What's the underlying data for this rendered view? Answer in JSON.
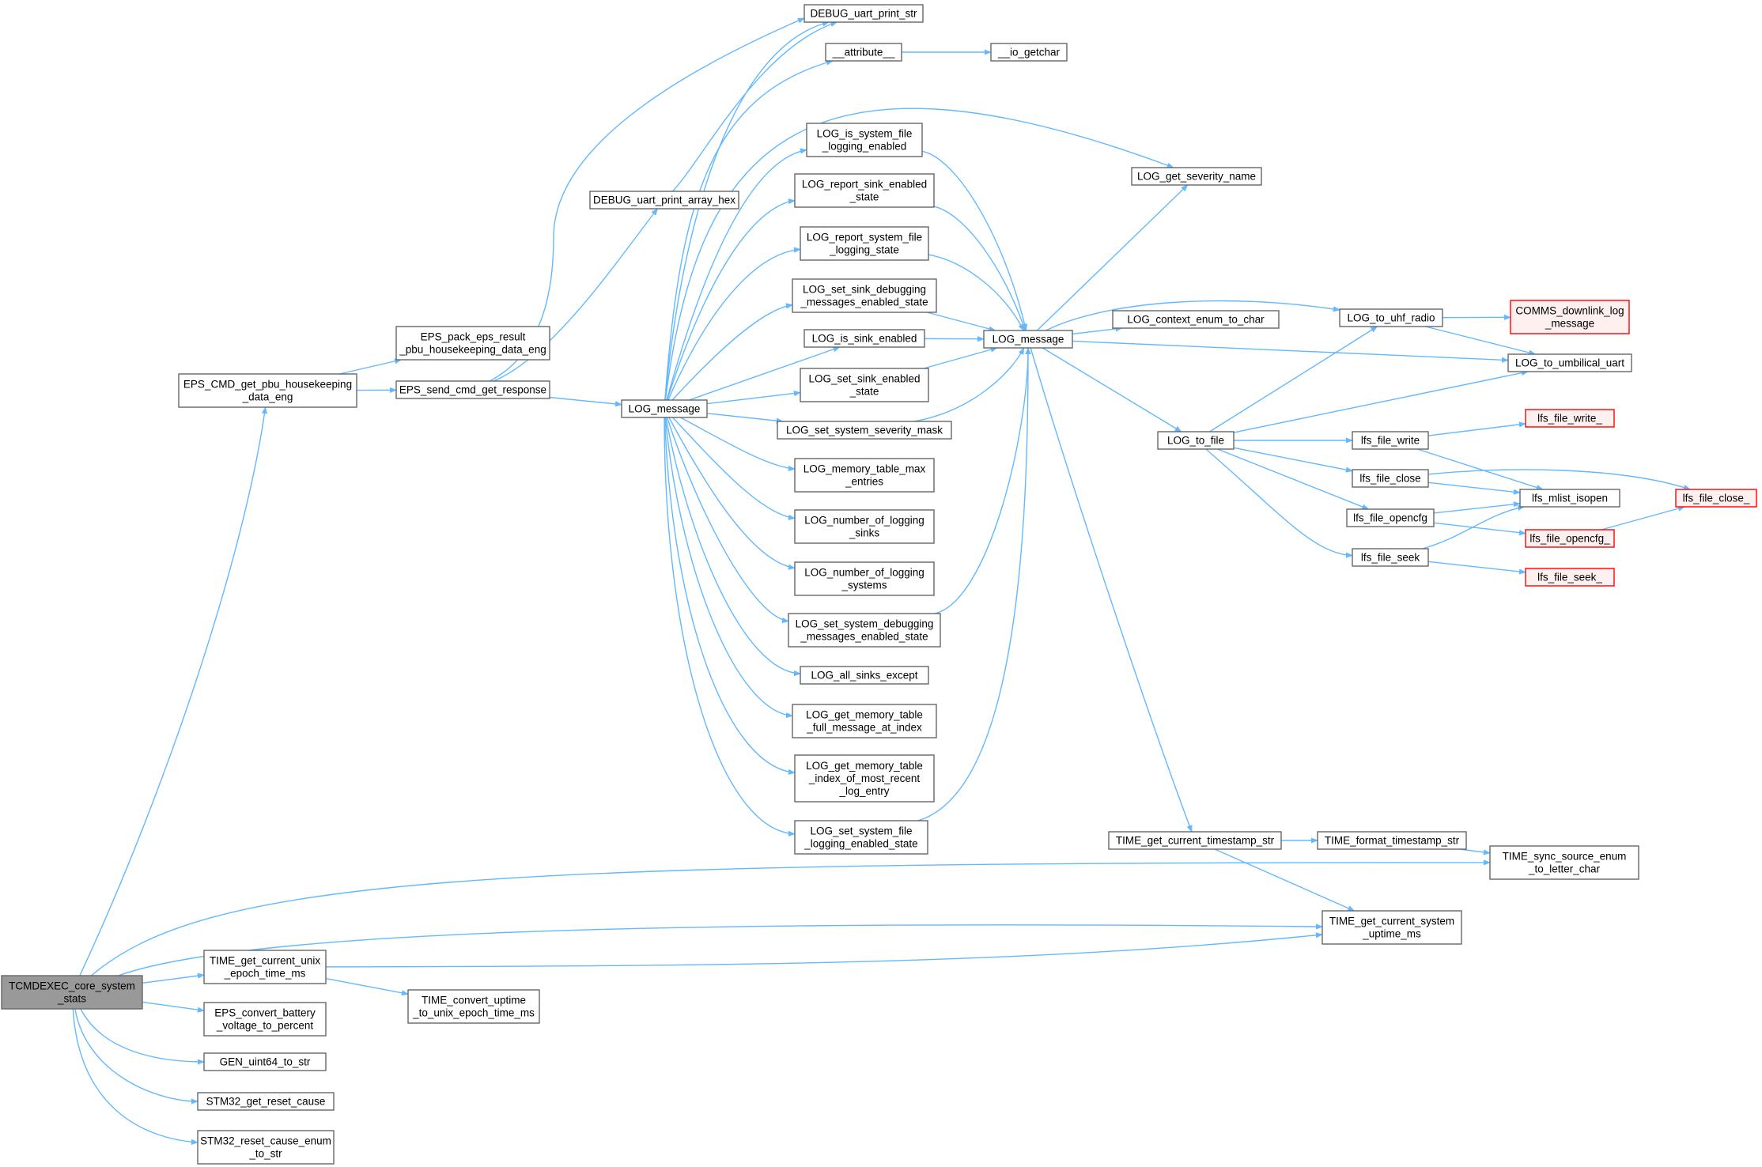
{
  "colors": {
    "edge": "#63b8ff",
    "node_border": "#666666",
    "node_fill": "#ffffff",
    "root_fill": "#999999",
    "root_border": "#666666",
    "truncated_border": "#ff0000",
    "truncated_fill": "#fff0f0",
    "text": "#000000"
  },
  "nodes": [
    {
      "id": "root",
      "lines": [
        "TCMDEXEC_core_system",
        "_stats"
      ],
      "kind": "root"
    },
    {
      "id": "eps_cmd",
      "lines": [
        "EPS_CMD_get_pbu_housekeeping",
        "_data_eng"
      ],
      "kind": "normal"
    },
    {
      "id": "eps_pack",
      "lines": [
        "EPS_pack_eps_result",
        "_pbu_housekeeping_data_eng"
      ],
      "kind": "normal"
    },
    {
      "id": "eps_send",
      "lines": [
        "EPS_send_cmd_get_response"
      ],
      "kind": "normal"
    },
    {
      "id": "debug_arr",
      "lines": [
        "DEBUG_uart_print_array_hex"
      ],
      "kind": "normal"
    },
    {
      "id": "debug_str",
      "lines": [
        "DEBUG_uart_print_str"
      ],
      "kind": "normal"
    },
    {
      "id": "attr",
      "lines": [
        "__attribute__"
      ],
      "kind": "normal"
    },
    {
      "id": "getchar",
      "lines": [
        "__io_getchar"
      ],
      "kind": "normal"
    },
    {
      "id": "log_msg1",
      "lines": [
        "LOG_message"
      ],
      "kind": "normal"
    },
    {
      "id": "log_is_sys_file",
      "lines": [
        "LOG_is_system_file",
        "_logging_enabled"
      ],
      "kind": "normal"
    },
    {
      "id": "log_rep_sink",
      "lines": [
        "LOG_report_sink_enabled",
        "_state"
      ],
      "kind": "normal"
    },
    {
      "id": "log_rep_sys_file",
      "lines": [
        "LOG_report_system_file",
        "_logging_state"
      ],
      "kind": "normal"
    },
    {
      "id": "log_set_sink_dbg",
      "lines": [
        "LOG_set_sink_debugging",
        "_messages_enabled_state"
      ],
      "kind": "normal"
    },
    {
      "id": "log_is_sink",
      "lines": [
        "LOG_is_sink_enabled"
      ],
      "kind": "normal"
    },
    {
      "id": "log_set_sink_en",
      "lines": [
        "LOG_set_sink_enabled",
        "_state"
      ],
      "kind": "normal"
    },
    {
      "id": "log_set_sev",
      "lines": [
        "LOG_set_system_severity_mask"
      ],
      "kind": "normal"
    },
    {
      "id": "log_mem_max",
      "lines": [
        "LOG_memory_table_max",
        "_entries"
      ],
      "kind": "normal"
    },
    {
      "id": "log_num_sinks",
      "lines": [
        "LOG_number_of_logging",
        "_sinks"
      ],
      "kind": "normal"
    },
    {
      "id": "log_num_sys",
      "lines": [
        "LOG_number_of_logging",
        "_systems"
      ],
      "kind": "normal"
    },
    {
      "id": "log_set_sys_dbg",
      "lines": [
        "LOG_set_system_debugging",
        "_messages_enabled_state"
      ],
      "kind": "normal"
    },
    {
      "id": "log_all_except",
      "lines": [
        "LOG_all_sinks_except"
      ],
      "kind": "normal"
    },
    {
      "id": "log_get_full",
      "lines": [
        "LOG_get_memory_table",
        "_full_message_at_index"
      ],
      "kind": "normal"
    },
    {
      "id": "log_get_idx",
      "lines": [
        "LOG_get_memory_table",
        "_index_of_most_recent",
        "_log_entry"
      ],
      "kind": "normal"
    },
    {
      "id": "log_set_sys_file",
      "lines": [
        "LOG_set_system_file",
        "_logging_enabled_state"
      ],
      "kind": "normal"
    },
    {
      "id": "log_msg2",
      "lines": [
        "LOG_message"
      ],
      "kind": "normal"
    },
    {
      "id": "log_sev_name",
      "lines": [
        "LOG_get_severity_name"
      ],
      "kind": "normal"
    },
    {
      "id": "log_ctx",
      "lines": [
        "LOG_context_enum_to_char"
      ],
      "kind": "normal"
    },
    {
      "id": "log_uhf",
      "lines": [
        "LOG_to_uhf_radio"
      ],
      "kind": "normal"
    },
    {
      "id": "comms",
      "lines": [
        "COMMS_downlink_log",
        "_message"
      ],
      "kind": "truncated"
    },
    {
      "id": "log_umb",
      "lines": [
        "LOG_to_umbilical_uart"
      ],
      "kind": "normal"
    },
    {
      "id": "log_file",
      "lines": [
        "LOG_to_file"
      ],
      "kind": "normal"
    },
    {
      "id": "lfs_write",
      "lines": [
        "lfs_file_write"
      ],
      "kind": "normal"
    },
    {
      "id": "lfs_write_",
      "lines": [
        "lfs_file_write_"
      ],
      "kind": "truncated"
    },
    {
      "id": "lfs_close",
      "lines": [
        "lfs_file_close"
      ],
      "kind": "normal"
    },
    {
      "id": "lfs_mlist",
      "lines": [
        "lfs_mlist_isopen"
      ],
      "kind": "normal"
    },
    {
      "id": "lfs_close_",
      "lines": [
        "lfs_file_close_"
      ],
      "kind": "truncated"
    },
    {
      "id": "lfs_opencfg",
      "lines": [
        "lfs_file_opencfg"
      ],
      "kind": "normal"
    },
    {
      "id": "lfs_opencfg_",
      "lines": [
        "lfs_file_opencfg_"
      ],
      "kind": "truncated"
    },
    {
      "id": "lfs_seek",
      "lines": [
        "lfs_file_seek"
      ],
      "kind": "normal"
    },
    {
      "id": "lfs_seek_",
      "lines": [
        "lfs_file_seek_"
      ],
      "kind": "truncated"
    },
    {
      "id": "time_ts",
      "lines": [
        "TIME_get_current_timestamp_str"
      ],
      "kind": "normal"
    },
    {
      "id": "time_fmt",
      "lines": [
        "TIME_format_timestamp_str"
      ],
      "kind": "normal"
    },
    {
      "id": "time_sync",
      "lines": [
        "TIME_sync_source_enum",
        "_to_letter_char"
      ],
      "kind": "normal"
    },
    {
      "id": "time_uptime",
      "lines": [
        "TIME_get_current_system",
        "_uptime_ms"
      ],
      "kind": "normal"
    },
    {
      "id": "time_unix",
      "lines": [
        "TIME_get_current_unix",
        "_epoch_time_ms"
      ],
      "kind": "normal"
    },
    {
      "id": "time_conv",
      "lines": [
        "TIME_convert_uptime",
        "_to_unix_epoch_time_ms"
      ],
      "kind": "normal"
    },
    {
      "id": "eps_batt",
      "lines": [
        "EPS_convert_battery",
        "_voltage_to_percent"
      ],
      "kind": "normal"
    },
    {
      "id": "gen_u64",
      "lines": [
        "GEN_uint64_to_str"
      ],
      "kind": "normal"
    },
    {
      "id": "stm_reset",
      "lines": [
        "STM32_get_reset_cause"
      ],
      "kind": "normal"
    },
    {
      "id": "stm_reset_str",
      "lines": [
        "STM32_reset_cause_enum",
        "_to_str"
      ],
      "kind": "normal"
    }
  ]
}
